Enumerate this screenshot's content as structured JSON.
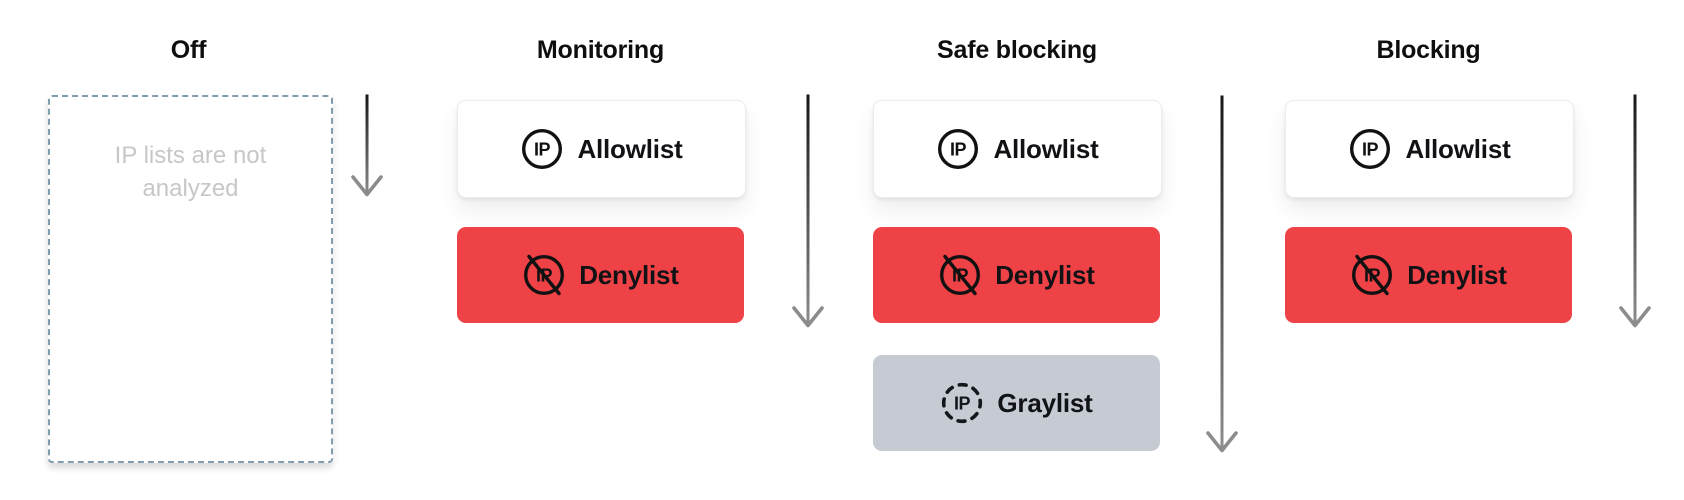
{
  "diagram": {
    "columns": [
      {
        "title": "Off",
        "placeholder": "IP lists are not analyzed"
      },
      {
        "title": "Monitoring",
        "cards": [
          {
            "label": "Allowlist",
            "icon": "ip-circle-icon",
            "color": "#ffffff"
          },
          {
            "label": "Denylist",
            "icon": "ip-crossed-icon",
            "color": "#ee4246"
          }
        ]
      },
      {
        "title": "Safe blocking",
        "cards": [
          {
            "label": "Allowlist",
            "icon": "ip-circle-icon",
            "color": "#ffffff"
          },
          {
            "label": "Denylist",
            "icon": "ip-crossed-icon",
            "color": "#ee4246"
          },
          {
            "label": "Graylist",
            "icon": "ip-dashed-icon",
            "color": "#c5cad3"
          }
        ]
      },
      {
        "title": "Blocking",
        "cards": [
          {
            "label": "Allowlist",
            "icon": "ip-circle-icon",
            "color": "#ffffff"
          },
          {
            "label": "Denylist",
            "icon": "ip-crossed-icon",
            "color": "#ee4246"
          }
        ]
      }
    ],
    "colors": {
      "denylist_bg": "#ee4246",
      "graylist_bg": "#c5cad3",
      "off_border": "#7f9dad",
      "placeholder_text": "#c7c7c7",
      "arrow_top": "#161616",
      "arrow_bottom": "#8f8f8f"
    }
  }
}
